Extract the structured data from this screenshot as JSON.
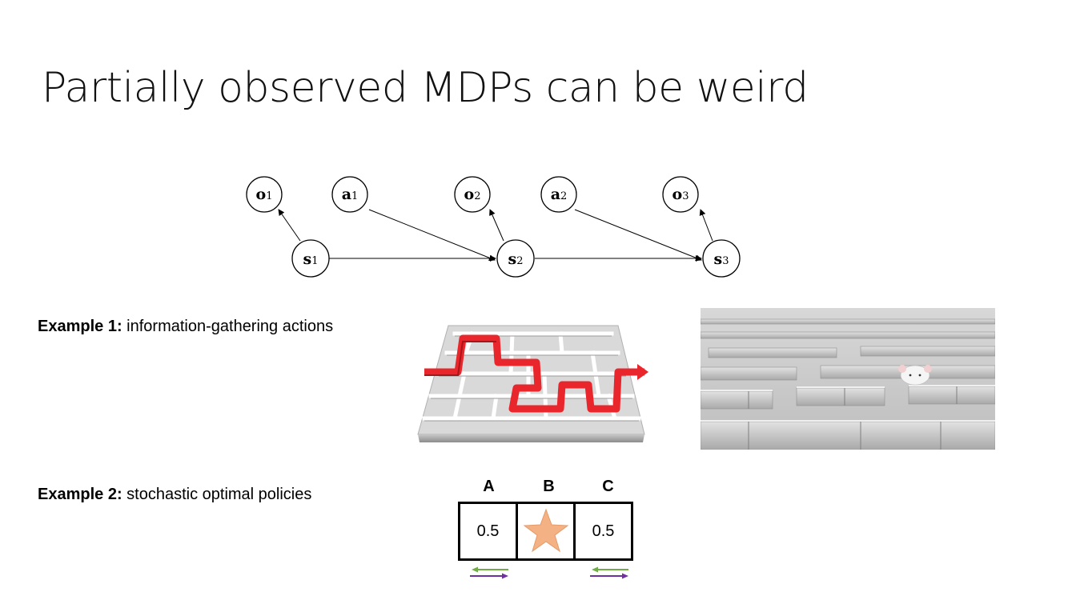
{
  "slide": {
    "title": "Partially observed MDPs can be weird"
  },
  "graph": {
    "nodes": {
      "o1": {
        "sym": "o",
        "sub": "1"
      },
      "a1": {
        "sym": "a",
        "sub": "1"
      },
      "o2": {
        "sym": "o",
        "sub": "2"
      },
      "a2": {
        "sym": "a",
        "sub": "2"
      },
      "o3": {
        "sym": "o",
        "sub": "3"
      },
      "s1": {
        "sym": "s",
        "sub": "1"
      },
      "s2": {
        "sym": "s",
        "sub": "2"
      },
      "s3": {
        "sym": "s",
        "sub": "3"
      }
    }
  },
  "examples": [
    {
      "label": "Example 1:",
      "text": " information-gathering actions"
    },
    {
      "label": "Example 2:",
      "text": " stochastic optimal policies"
    }
  ],
  "gridworld": {
    "headers": [
      "A",
      "B",
      "C"
    ],
    "cells": [
      "0.5",
      "",
      "0.5"
    ],
    "star_color": "#f4b183",
    "arrow_colors": {
      "left": "#70ad47",
      "right": "#7030a0"
    }
  },
  "colors": {
    "maze_path": "#e8262b",
    "maze_wall": "#e6e6e6"
  }
}
